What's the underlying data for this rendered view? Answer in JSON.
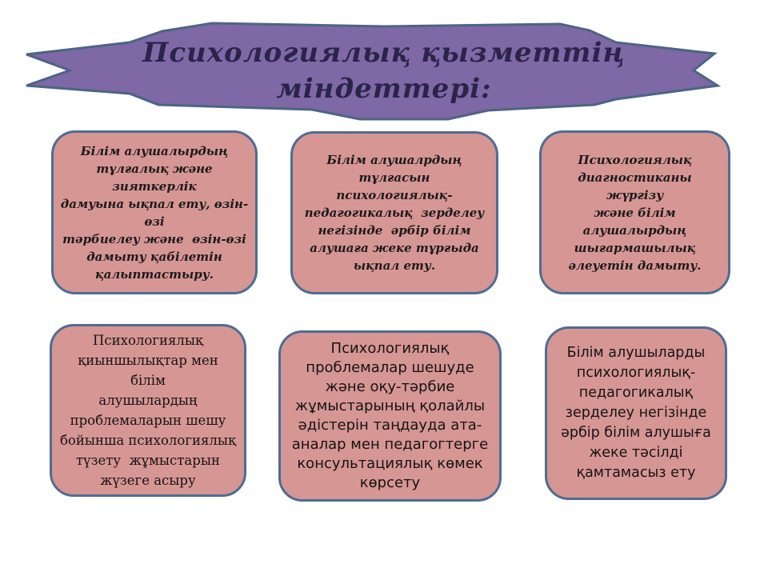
{
  "title": {
    "text": "Психологиялық қызметтің\nміндеттері:"
  },
  "boxes": [
    {
      "id": 1,
      "text": "Білім алушалырдың\nтұлғалық және зияткерлік\nдамуына ықпал ету, өзін-өзі\nтәрбиелеу және  өзін-өзі\nдамыту қабілетін\nқалыптастыру."
    },
    {
      "id": 2,
      "text": "Білім алушалрдың\nтұлғасын психологиялық-\nпедагогикалық  зерделеу\nнегізінде  әрбір білім\nалушаға жеке тұрғыда\nықпал ету."
    },
    {
      "id": 3,
      "text": "Психологиялық\nдиагностиканы жүргізу\nжәне білім\nалушалырдың\nшығармашылық\nәлеуетін дамыту."
    },
    {
      "id": 4,
      "text": "Психологиялық\nқиыншылықтар мен білім\nалушылардың\nпроблемаларын шешу\nбойынша психологиялық\nтүзету  жұмыстарын\nжүзеге асыру"
    },
    {
      "id": 5,
      "text": "Психологиялық\nпроблемалар шешуде\nжәне оқу-тәрбие\nжұмыстарының қолайлы\nәдістерін таңдауда ата-\nаналар мен педагогтерге\nконсультациялық көмек\nкөрсету"
    },
    {
      "id": 6,
      "text": "Білім алушыларды\nпсихологиялық-\nпедагогикалық\nзерделеу негізінде\nәрбір білім алушыға\nжеке тәсілді\nқамтамасыз ету"
    }
  ],
  "colors": {
    "banner_fill": "#7e68a5",
    "banner_stroke": "#4c6485",
    "box_fill": "#d69694",
    "box_border": "#4e6d92",
    "title_text": "#2b2449",
    "body_text": "#1b1b1b",
    "background": "#ffffff"
  }
}
